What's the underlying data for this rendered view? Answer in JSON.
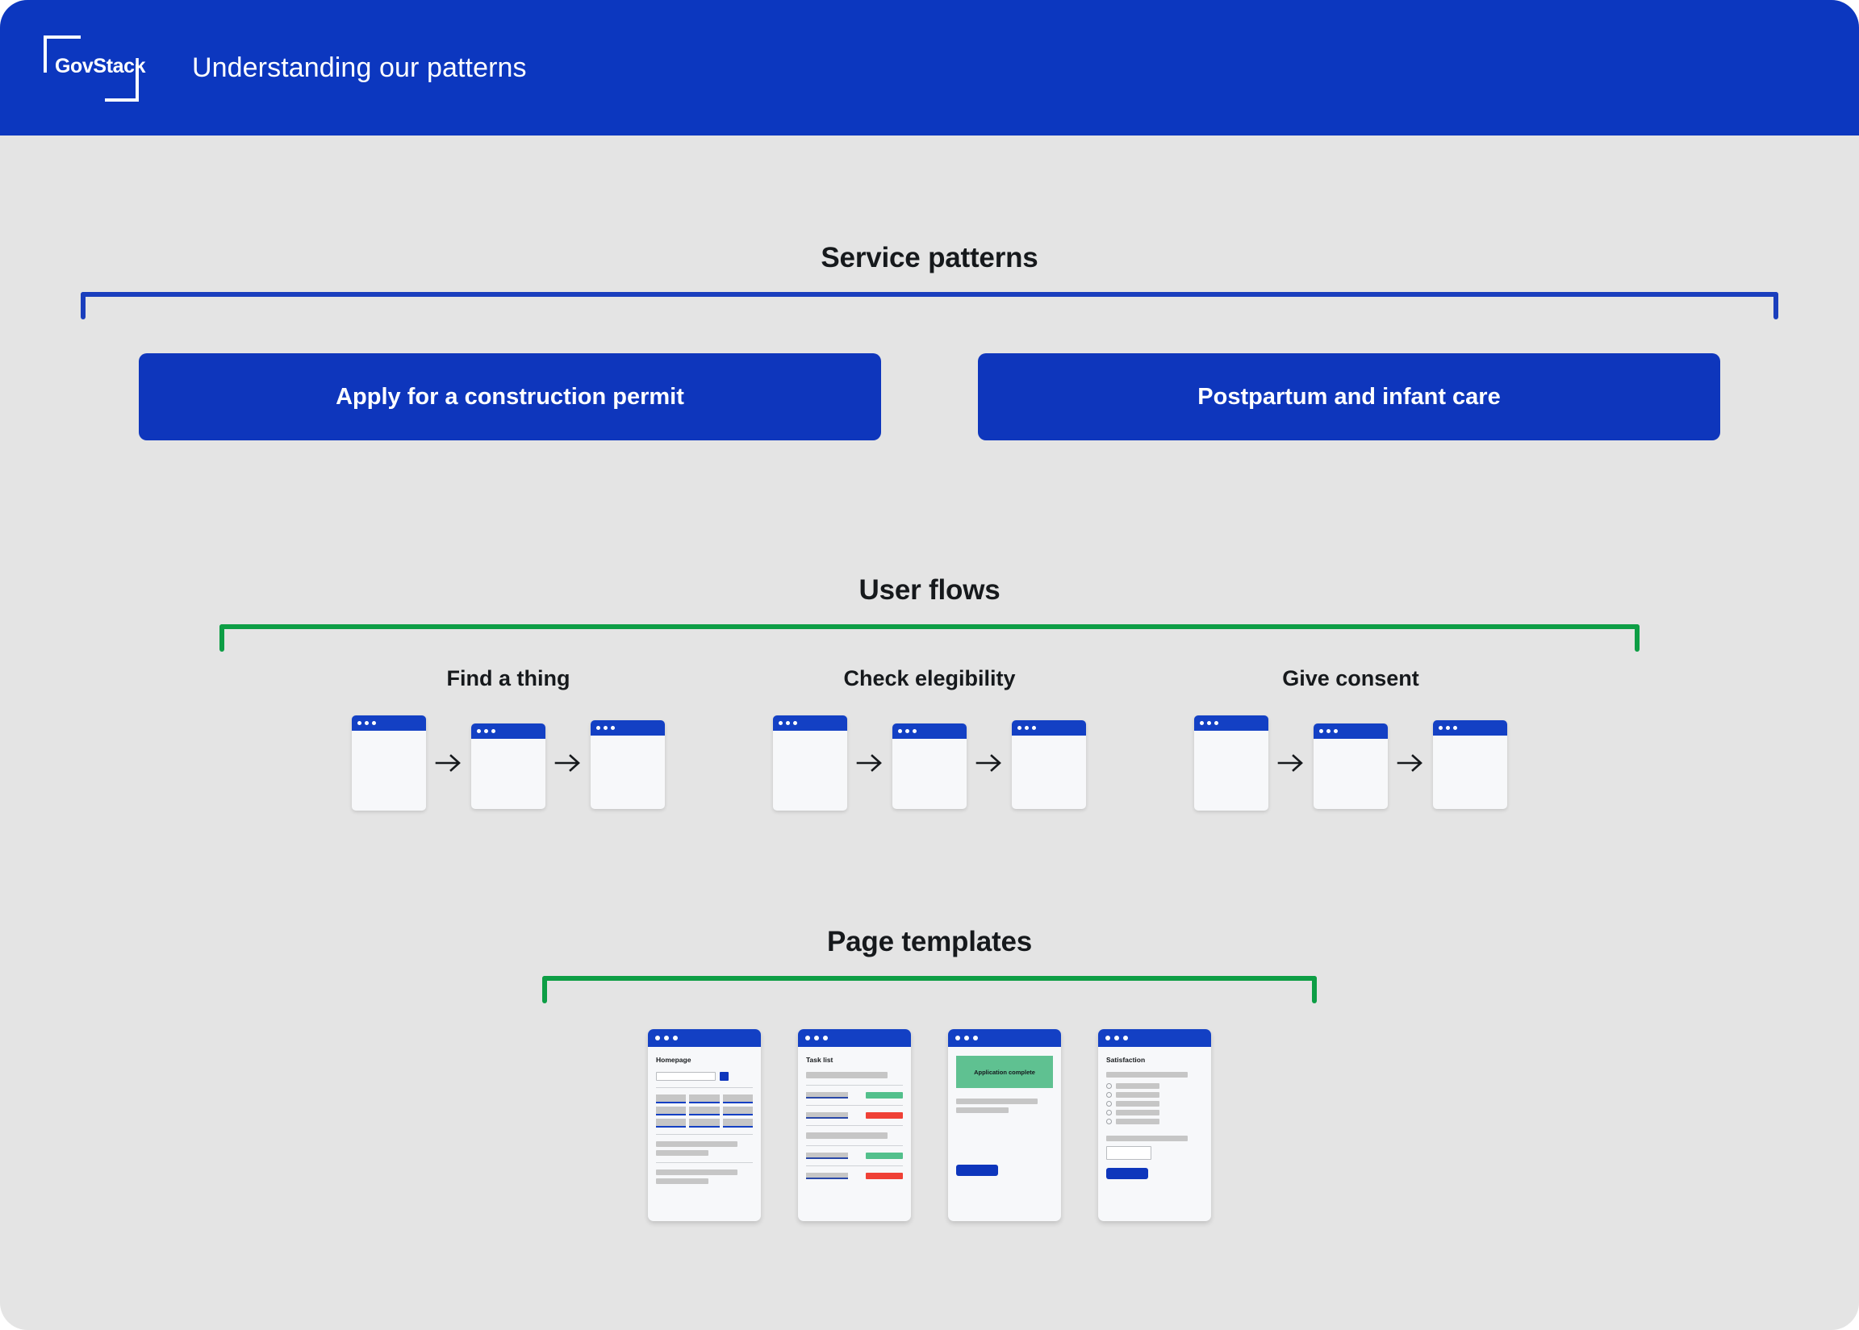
{
  "header": {
    "logo_text": "GovStack",
    "title": "Understanding our patterns"
  },
  "sections": {
    "service_patterns": {
      "title": "Service patterns",
      "accent_color": "#1a3ebd",
      "buttons": [
        {
          "label": "Apply for a construction permit"
        },
        {
          "label": "Postpartum and infant care"
        }
      ]
    },
    "user_flows": {
      "title": "User flows",
      "accent_color": "#0d9e45",
      "groups": [
        {
          "label": "Find a thing",
          "steps": 3
        },
        {
          "label": "Check elegibility",
          "steps": 3
        },
        {
          "label": "Give consent",
          "steps": 3
        }
      ]
    },
    "page_templates": {
      "title": "Page templates",
      "accent_color": "#0d9e45",
      "cards": [
        {
          "title": "Homepage"
        },
        {
          "title": "Task list"
        },
        {
          "title": "Application complete"
        },
        {
          "title": "Satisfaction"
        }
      ]
    }
  },
  "colors": {
    "brand_blue": "#0c37bf",
    "button_blue": "#0e36bc",
    "bracket_blue": "#1a3ebd",
    "bracket_green": "#0d9e45",
    "success_green": "#5fc191",
    "status_green": "#53c08c",
    "status_red": "#ef4136",
    "page_background": "#e4e4e4",
    "card_background": "#f7f8fa",
    "placeholder_gray": "#c6c6c6",
    "text_dark": "#16191c"
  },
  "icons": {
    "window_dot": "window-dot-icon",
    "arrow": "arrow-right-icon"
  }
}
